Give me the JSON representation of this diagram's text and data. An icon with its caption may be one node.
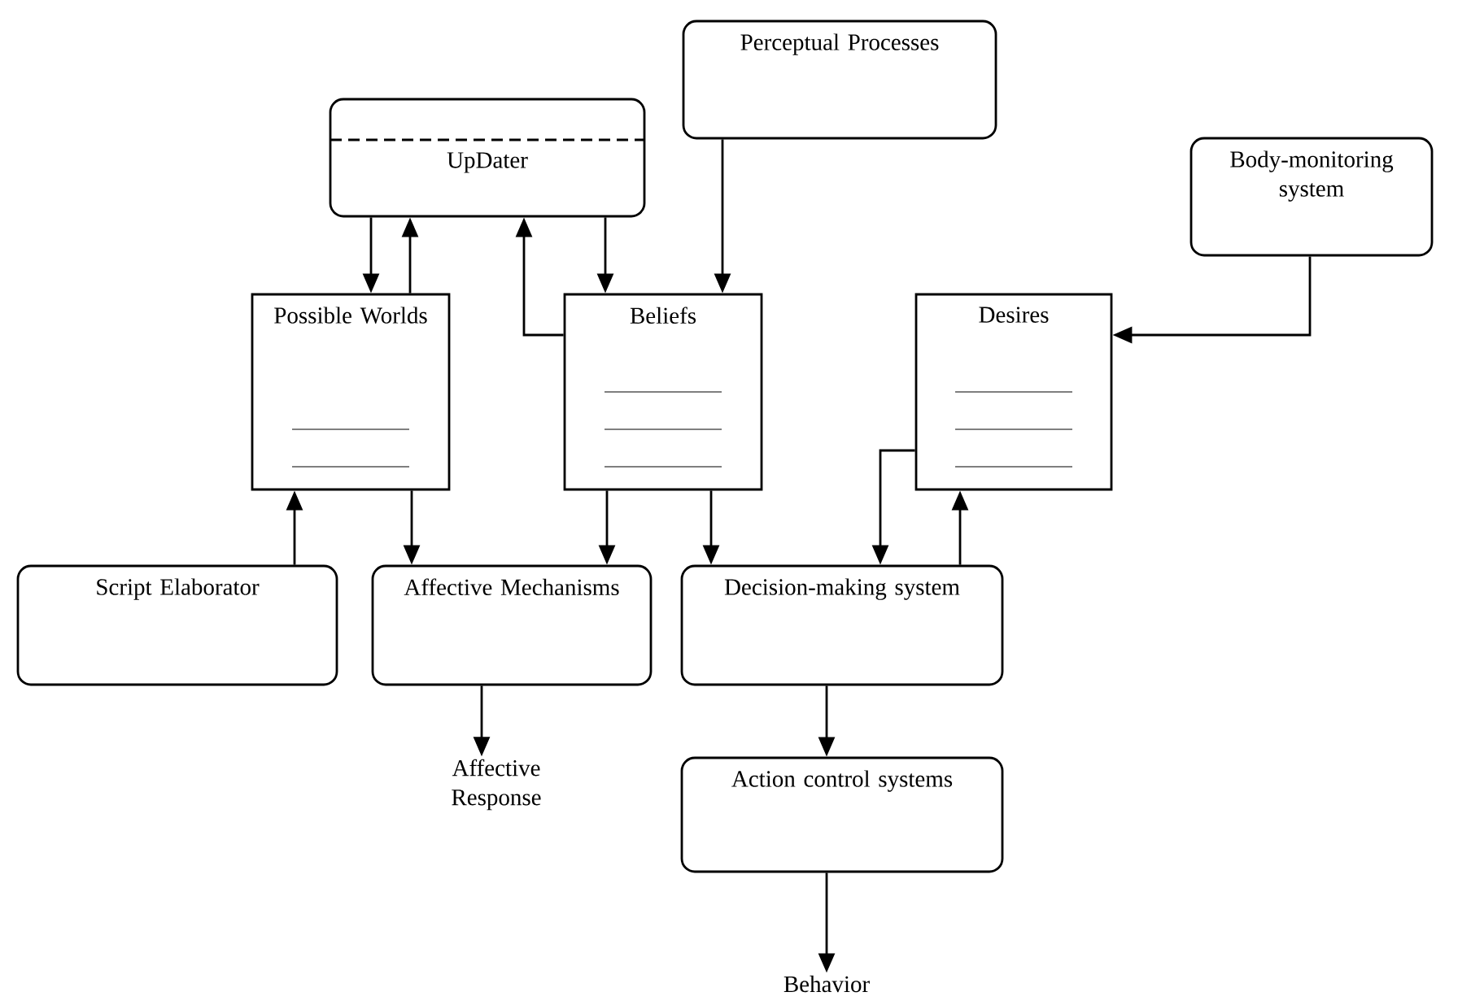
{
  "diagram": {
    "nodes": [
      {
        "text": [
          "Perceptual Processes"
        ]
      },
      {
        "text": [
          "UpDater"
        ]
      },
      {
        "text": [
          "Body-monitoring system"
        ]
      },
      {
        "text": [
          "Possible Worlds"
        ]
      },
      {
        "text": [
          "Beliefs"
        ]
      },
      {
        "text": [
          "Desires"
        ]
      },
      {
        "text": [
          "Script Elaborator"
        ]
      },
      {
        "text": [
          "Affective Mechanisms"
        ]
      },
      {
        "text": [
          "Decision-making system"
        ]
      },
      {
        "text": [
          "Affective Response"
        ]
      },
      {
        "text": [
          "Action control systems"
        ]
      },
      {
        "text": [
          "Behavior"
        ]
      }
    ],
    "edges": [
      {
        "from": 1,
        "to": 3,
        "arrow": "to"
      },
      {
        "from": 3,
        "to": 1,
        "arrow": "to"
      },
      {
        "from": 4,
        "to": 1,
        "arrow": "to"
      },
      {
        "from": 1,
        "to": 4,
        "arrow": "to"
      },
      {
        "from": 0,
        "to": 4,
        "arrow": "to"
      },
      {
        "from": 2,
        "to": 5,
        "arrow": "to"
      },
      {
        "from": 6,
        "to": 3,
        "arrow": "to"
      },
      {
        "from": 3,
        "to": 7,
        "arrow": "to"
      },
      {
        "from": 4,
        "to": 7,
        "arrow": "to"
      },
      {
        "from": 4,
        "to": 8,
        "arrow": "to"
      },
      {
        "from": 5,
        "to": 8,
        "arrow": "to"
      },
      {
        "from": 8,
        "to": 5,
        "arrow": "to"
      },
      {
        "from": 7,
        "to": 9,
        "arrow": "to"
      },
      {
        "from": 8,
        "to": 10,
        "arrow": "to"
      },
      {
        "from": 10,
        "to": 11,
        "arrow": "to"
      }
    ]
  }
}
